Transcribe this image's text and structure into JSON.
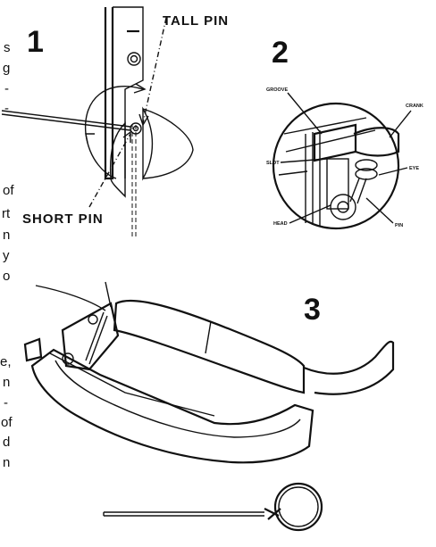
{
  "text_fragments": [
    "s",
    "g",
    "-",
    "-",
    "of",
    "rt",
    "n",
    "y",
    "o",
    "e,",
    "n",
    "-",
    "of",
    "d",
    "n"
  ],
  "figure1": {
    "number": "1",
    "tall_pin": "TALL PIN",
    "short_pin": "SHORT PIN"
  },
  "figure2": {
    "number": "2",
    "groove": "GROOVE",
    "crank": "CRANK",
    "slot": "SLOT",
    "eye": "EYE",
    "head": "HEAD",
    "pin": "PIN"
  },
  "figure3": {
    "number": "3"
  }
}
